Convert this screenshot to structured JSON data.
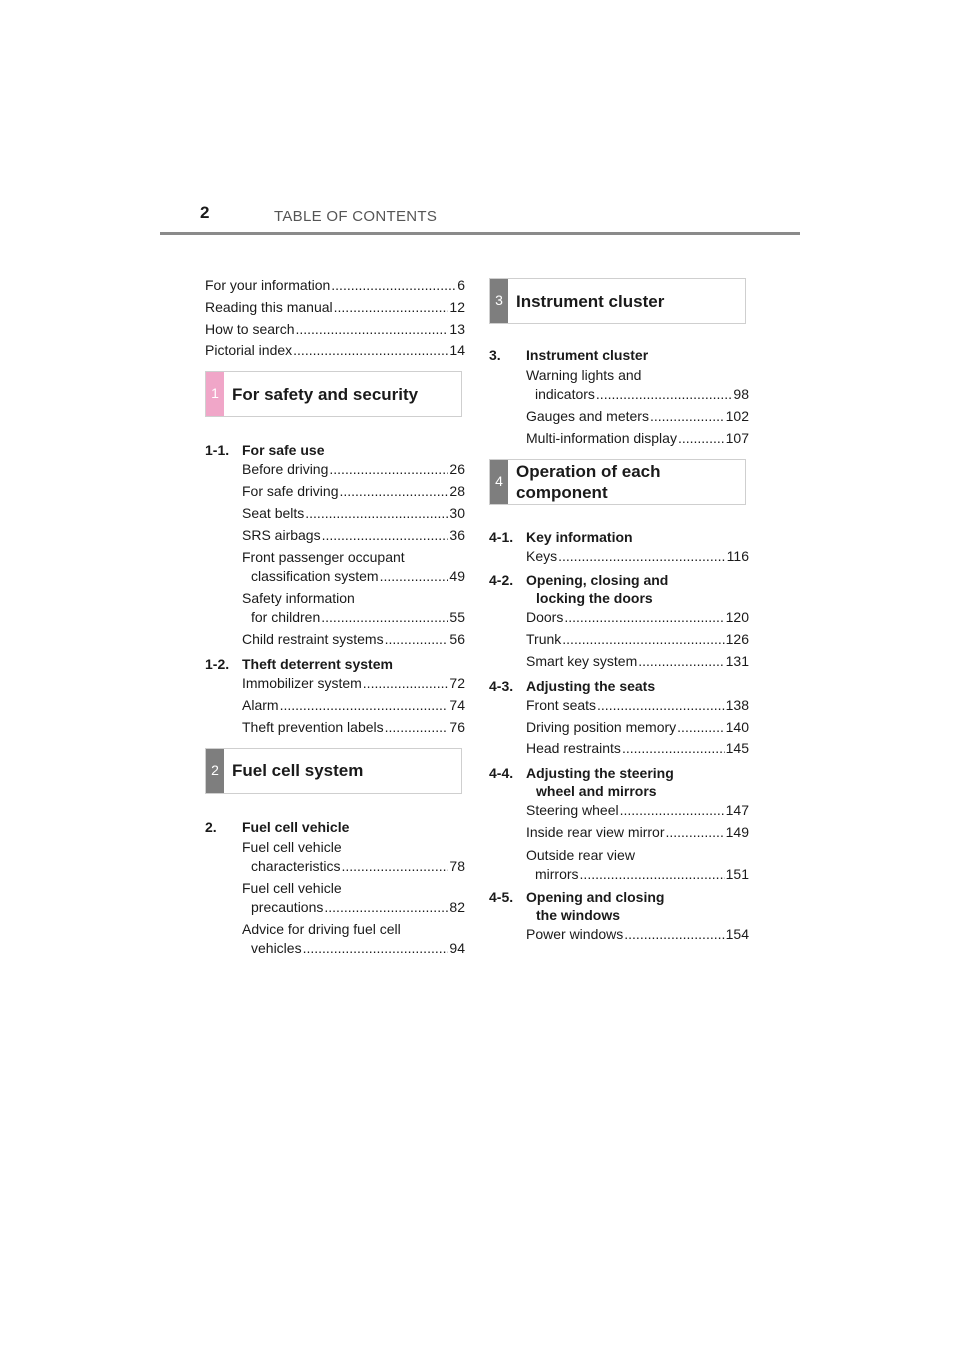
{
  "header": {
    "page_number": "2",
    "title": "TABLE OF CONTENTS"
  },
  "intro": [
    {
      "title": "For your information",
      "page": "6"
    },
    {
      "title": "Reading this manual",
      "page": "12"
    },
    {
      "title": "How to search",
      "page": "13"
    },
    {
      "title": "Pictorial index",
      "page": "14"
    }
  ],
  "sections": {
    "s1": {
      "num": "1",
      "title": "For safety and security"
    },
    "s2": {
      "num": "2",
      "title": "Fuel cell system"
    },
    "s3": {
      "num": "3",
      "title": "Instrument cluster"
    },
    "s4": {
      "num": "4",
      "title_line1": "Operation of each",
      "title_line2": "component"
    }
  },
  "ch_1_1": {
    "num": "1-1.",
    "title": "For safe use",
    "items": [
      {
        "title": "Before driving",
        "page": "26"
      },
      {
        "title": "For safe driving",
        "page": "28"
      },
      {
        "title": "Seat belts",
        "page": "30"
      },
      {
        "title": "SRS airbags",
        "page": "36"
      }
    ],
    "ml1": {
      "line1": "Front passenger occupant",
      "line2": "classification system",
      "page": "49"
    },
    "ml2": {
      "line1": "Safety information",
      "line2": "for children",
      "page": "55"
    },
    "last": {
      "title": "Child restraint systems",
      "page": "56"
    }
  },
  "ch_1_2": {
    "num": "1-2.",
    "title": "Theft deterrent system",
    "items": [
      {
        "title": "Immobilizer system",
        "page": "72"
      },
      {
        "title": "Alarm",
        "page": "74"
      },
      {
        "title": "Theft prevention labels",
        "page": "76"
      }
    ]
  },
  "ch_2": {
    "num": "2.",
    "title": "Fuel cell vehicle",
    "ml1": {
      "line1": "Fuel cell vehicle",
      "line2": "characteristics",
      "page": "78"
    },
    "ml2": {
      "line1": "Fuel cell vehicle",
      "line2": "precautions",
      "page": "82"
    },
    "ml3": {
      "line1": "Advice for driving fuel cell",
      "line2": "vehicles",
      "page": "94"
    }
  },
  "ch_3": {
    "num": "3.",
    "title": "Instrument cluster",
    "ml1": {
      "line1": "Warning lights and",
      "line2": "indicators",
      "page": "98"
    },
    "items": [
      {
        "title": "Gauges and meters",
        "page": "102"
      },
      {
        "title": "Multi-information display",
        "page": "107"
      }
    ]
  },
  "ch_4_1": {
    "num": "4-1.",
    "title": "Key information",
    "items": [
      {
        "title": "Keys",
        "page": "116"
      }
    ]
  },
  "ch_4_2": {
    "num": "4-2.",
    "title_line1": "Opening, closing and",
    "title_line2": "locking the doors",
    "items": [
      {
        "title": "Doors",
        "page": "120"
      },
      {
        "title": "Trunk",
        "page": "126"
      },
      {
        "title": "Smart key system",
        "page": "131"
      }
    ]
  },
  "ch_4_3": {
    "num": "4-3.",
    "title": "Adjusting the seats",
    "items": [
      {
        "title": "Front seats",
        "page": "138"
      },
      {
        "title": "Driving position memory",
        "page": "140"
      },
      {
        "title": "Head restraints",
        "page": "145"
      }
    ]
  },
  "ch_4_4": {
    "num": "4-4.",
    "title_line1": "Adjusting the steering",
    "title_line2": "wheel and mirrors",
    "items": [
      {
        "title": "Steering wheel",
        "page": "147"
      },
      {
        "title": "Inside rear view mirror",
        "page": "149"
      }
    ],
    "ml1": {
      "line1": "Outside rear view",
      "line2": "mirrors",
      "page": "151"
    }
  },
  "ch_4_5": {
    "num": "4-5.",
    "title_line1": "Opening and closing",
    "title_line2": "the windows",
    "items": [
      {
        "title": "Power windows",
        "page": "154"
      }
    ]
  }
}
